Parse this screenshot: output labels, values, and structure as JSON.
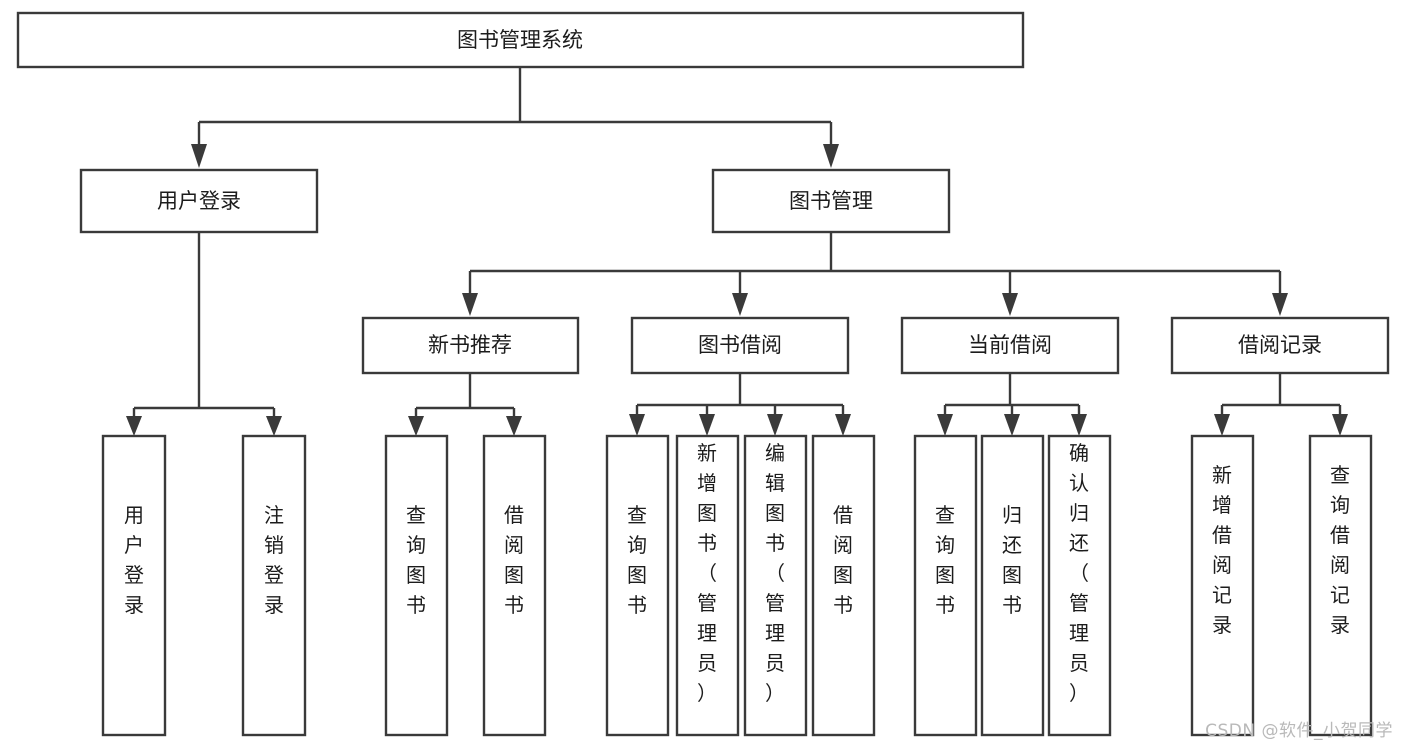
{
  "diagram": {
    "type": "tree",
    "title": "图书管理系统",
    "watermark": "CSDN @软件_小贺同学",
    "colors": {
      "stroke": "#3a3a3a",
      "fill": "#ffffff",
      "text": "#1c1c1c",
      "watermark": "#b9b9b9",
      "background": "#ffffff"
    },
    "nodes": {
      "root": {
        "label": "图书管理系统",
        "orientation": "horizontal"
      },
      "level2": [
        {
          "id": "user-login",
          "label": "用户登录",
          "orientation": "horizontal"
        },
        {
          "id": "book-manage",
          "label": "图书管理",
          "orientation": "horizontal"
        }
      ],
      "level3": [
        {
          "id": "new-book-recommend",
          "label": "新书推荐",
          "orientation": "horizontal"
        },
        {
          "id": "book-borrow",
          "label": "图书借阅",
          "orientation": "horizontal"
        },
        {
          "id": "current-borrow",
          "label": "当前借阅",
          "orientation": "horizontal"
        },
        {
          "id": "borrow-record",
          "label": "借阅记录",
          "orientation": "horizontal"
        }
      ],
      "leaves": [
        {
          "id": "leaf-user-login",
          "label": "用户登录",
          "parent": "user-login",
          "orientation": "vertical"
        },
        {
          "id": "leaf-user-logout",
          "label": "注销登录",
          "parent": "user-login",
          "orientation": "vertical"
        },
        {
          "id": "leaf-query-book-1",
          "label": "查询图书",
          "parent": "new-book-recommend",
          "orientation": "vertical"
        },
        {
          "id": "leaf-borrow-book-1",
          "label": "借阅图书",
          "parent": "new-book-recommend",
          "orientation": "vertical"
        },
        {
          "id": "leaf-query-book-2",
          "label": "查询图书",
          "parent": "book-borrow",
          "orientation": "vertical"
        },
        {
          "id": "leaf-add-book",
          "label": "新增图书（管理员）",
          "parent": "book-borrow",
          "orientation": "vertical"
        },
        {
          "id": "leaf-edit-book",
          "label": "编辑图书（管理员）",
          "parent": "book-borrow",
          "orientation": "vertical"
        },
        {
          "id": "leaf-borrow-book-2",
          "label": "借阅图书",
          "parent": "book-borrow",
          "orientation": "vertical"
        },
        {
          "id": "leaf-query-book-3",
          "label": "查询图书",
          "parent": "current-borrow",
          "orientation": "vertical"
        },
        {
          "id": "leaf-return-book",
          "label": "归还图书",
          "parent": "current-borrow",
          "orientation": "vertical"
        },
        {
          "id": "leaf-confirm-return",
          "label": "确认归还（管理员）",
          "parent": "current-borrow",
          "orientation": "vertical"
        },
        {
          "id": "leaf-add-record",
          "label": "新增借阅记录",
          "parent": "borrow-record",
          "orientation": "vertical"
        },
        {
          "id": "leaf-query-record",
          "label": "查询借阅记录",
          "parent": "borrow-record",
          "orientation": "vertical"
        }
      ]
    }
  }
}
